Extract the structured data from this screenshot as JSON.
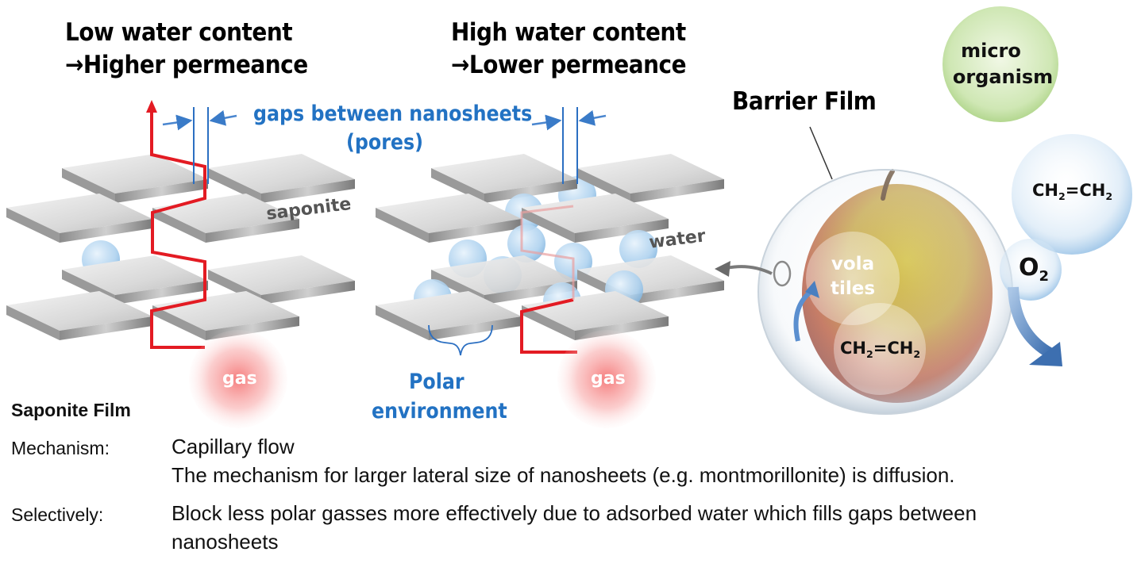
{
  "left_panel": {
    "title_line1": "Low water content",
    "title_line2": "→Higher permeance",
    "sheet_label": "saponite",
    "gas_label": "gas"
  },
  "middle_panel": {
    "title_line1": "High water content",
    "title_line2": "→Lower permeance",
    "water_label": "water",
    "polar_line1": "Polar",
    "polar_line2": "environment",
    "gas_label": "gas"
  },
  "gaps_label": {
    "line1": "gaps between nanosheets",
    "line2": "(pores)"
  },
  "right_panel": {
    "barrier_label": "Barrier Film",
    "micro_line1": "micro",
    "micro_line2": "organism",
    "ethylene": "CH",
    "ethylene_sub1": "2",
    "ethylene_mid": "=CH",
    "ethylene_sub2": "2",
    "oxygen": "O",
    "oxygen_sub": "2",
    "volatiles_line1": "vola",
    "volatiles_line2": "tiles"
  },
  "description": {
    "heading": "Saponite Film",
    "mechanism_label": "Mechanism:",
    "mechanism_line1": "Capillary flow",
    "mechanism_line2": "The mechanism for larger lateral size of nanosheets (e.g. montmorillonite) is diffusion.",
    "selectively_label": "Selectively:",
    "selectively_line1": "Block less polar gasses more effectively due to adsorbed water which fills gaps between",
    "selectively_line2": "nanosheets"
  },
  "colors": {
    "gas_path": "#e31b23",
    "label_blue": "#2272c3",
    "bubble": "#a8cdea",
    "sheet_top": "#e6e6e6",
    "sheet_side": "#a9a9a9"
  }
}
